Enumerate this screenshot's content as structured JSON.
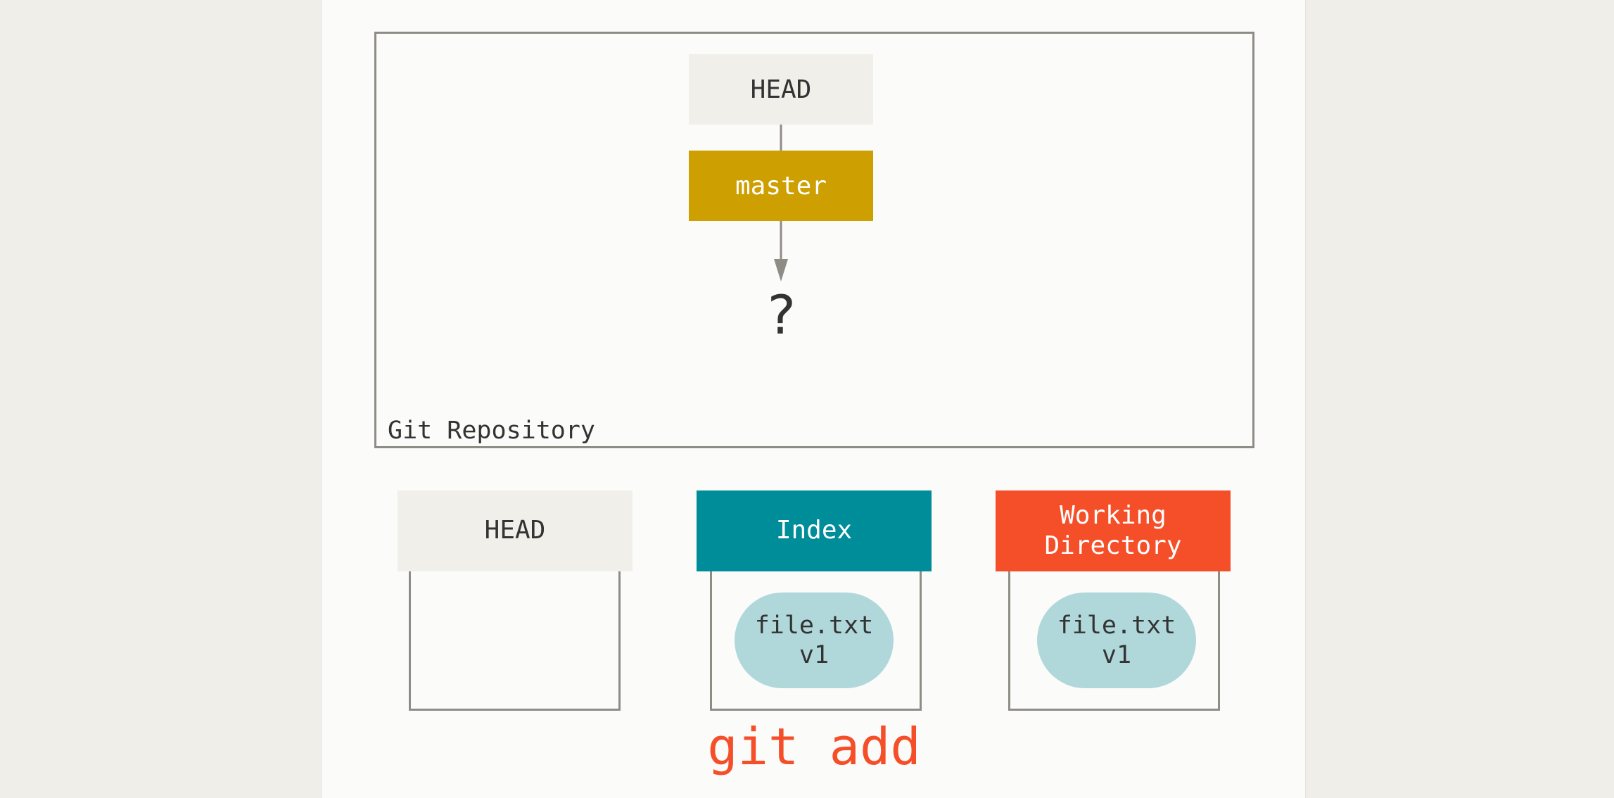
{
  "repository": {
    "label": "Git Repository",
    "head_ref": "HEAD",
    "branch": "master",
    "commit_placeholder": "?"
  },
  "trees": [
    {
      "header_lines": [
        "HEAD"
      ],
      "files": []
    },
    {
      "header_lines": [
        "Index"
      ],
      "files": [
        {
          "name": "file.txt",
          "version": "v1"
        }
      ]
    },
    {
      "header_lines": [
        "Working",
        "Directory"
      ],
      "files": [
        {
          "name": "file.txt",
          "version": "v1"
        }
      ]
    }
  ],
  "command": "git add",
  "colors": {
    "background": "#efeee9",
    "page": "#fbfbf9",
    "head": "#f0efea",
    "master": "#cd9f00",
    "index": "#008d9a",
    "working_directory": "#f54f29",
    "blob": "#b0d8db",
    "border": "#8f8c86",
    "command_text": "#f54f29"
  }
}
